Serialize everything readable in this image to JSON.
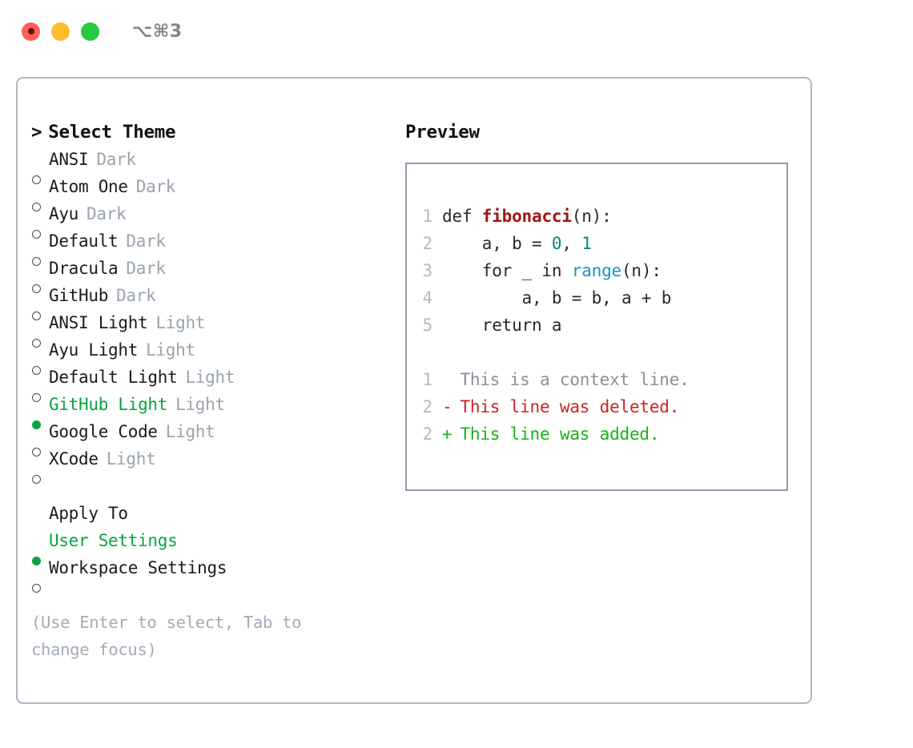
{
  "window": {
    "traffic_lights": [
      "close-red",
      "minimize-yellow",
      "maximize-green"
    ],
    "shortcut": "⌥⌘3"
  },
  "theme_picker": {
    "header": "Select Theme",
    "caret": ">",
    "items": [
      {
        "name": "ANSI",
        "variant": "Dark",
        "selected": false
      },
      {
        "name": "Atom One",
        "variant": "Dark",
        "selected": false
      },
      {
        "name": "Ayu",
        "variant": "Dark",
        "selected": false
      },
      {
        "name": "Default",
        "variant": "Dark",
        "selected": false
      },
      {
        "name": "Dracula",
        "variant": "Dark",
        "selected": false
      },
      {
        "name": "GitHub",
        "variant": "Dark",
        "selected": false
      },
      {
        "name": "ANSI Light",
        "variant": "Light",
        "selected": false
      },
      {
        "name": "Ayu Light",
        "variant": "Light",
        "selected": false
      },
      {
        "name": "Default Light",
        "variant": "Light",
        "selected": false
      },
      {
        "name": "GitHub Light",
        "variant": "Light",
        "selected": true
      },
      {
        "name": "Google Code",
        "variant": "Light",
        "selected": false
      },
      {
        "name": "XCode",
        "variant": "Light",
        "selected": false
      }
    ]
  },
  "apply_to": {
    "header": "Apply To",
    "items": [
      {
        "name": "User Settings",
        "selected": true
      },
      {
        "name": "Workspace Settings",
        "selected": false
      }
    ]
  },
  "hint": "(Use Enter to select, Tab to change focus)",
  "preview": {
    "title": "Preview",
    "code_lines": [
      {
        "num": "1",
        "tokens": [
          {
            "t": "def ",
            "c": "plain"
          },
          {
            "t": "fibonacci",
            "c": "fn"
          },
          {
            "t": "(n):",
            "c": "plain"
          }
        ]
      },
      {
        "num": "2",
        "tokens": [
          {
            "t": "    a, b = ",
            "c": "plain"
          },
          {
            "t": "0",
            "c": "num"
          },
          {
            "t": ", ",
            "c": "plain"
          },
          {
            "t": "1",
            "c": "num"
          }
        ]
      },
      {
        "num": "3",
        "tokens": [
          {
            "t": "    for _ in ",
            "c": "plain"
          },
          {
            "t": "range",
            "c": "call"
          },
          {
            "t": "(n):",
            "c": "plain"
          }
        ]
      },
      {
        "num": "4",
        "tokens": [
          {
            "t": "        a, b = b, a + b",
            "c": "plain"
          }
        ]
      },
      {
        "num": "5",
        "tokens": [
          {
            "t": "    return a",
            "c": "plain"
          }
        ]
      }
    ],
    "diff_lines": [
      {
        "num": "1",
        "mark": " ",
        "text": " This is a context line.",
        "kind": "ctx"
      },
      {
        "num": "2",
        "mark": "-",
        "text": " This line was deleted.",
        "kind": "del"
      },
      {
        "num": "2",
        "mark": "+",
        "text": " This line was added.",
        "kind": "add"
      }
    ]
  },
  "colors": {
    "accent_green": "#0aa33f",
    "diff_add": "#18b318",
    "diff_del": "#cf2222",
    "diff_ctx": "#8a9099",
    "token_fn": "#a31515",
    "token_num": "#098080",
    "token_call": "#1496c9",
    "muted": "#9aa3ae",
    "border": "#aeb6c2",
    "preview_border": "#8f9bab"
  }
}
